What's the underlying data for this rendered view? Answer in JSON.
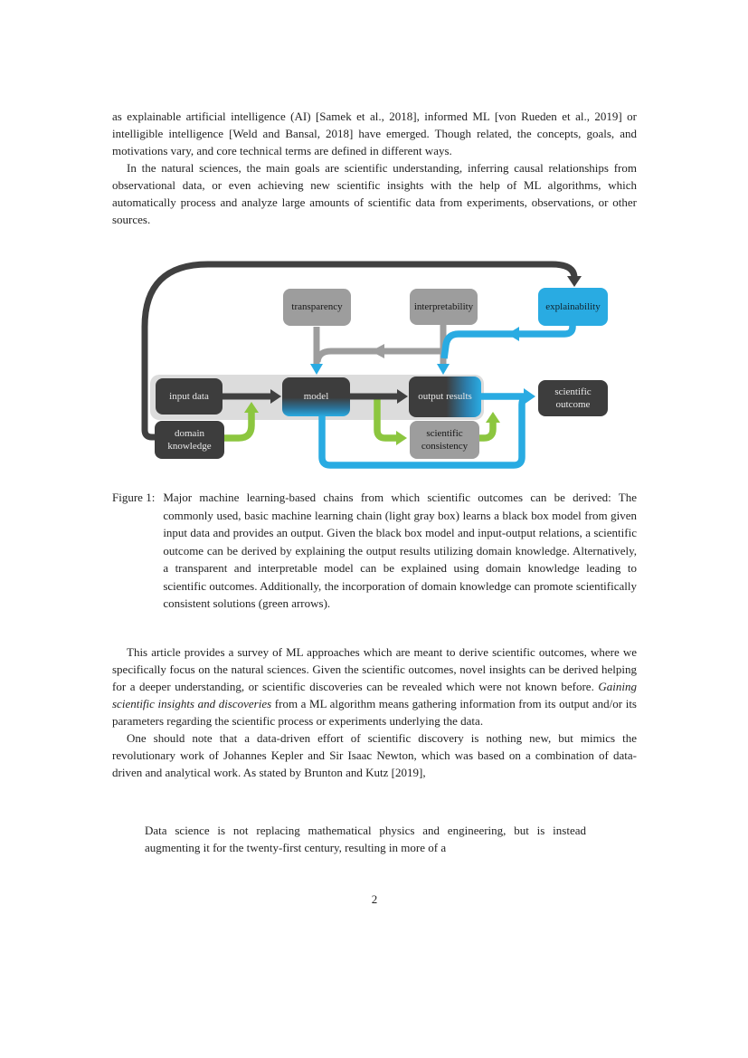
{
  "page": {
    "number": "2"
  },
  "body": {
    "p1": "as explainable artificial intelligence (AI) [Samek et al., 2018], informed ML [von Rueden et al., 2019] or intelligible intelligence [Weld and Bansal, 2018] have emerged. Though related, the concepts, goals, and motivations vary, and core technical terms are defined in different ways.",
    "p2": "In the natural sciences, the main goals are scientific understanding, inferring causal relationships from observational data, or even achieving new scientific insights with the help of ML algorithms, which automatically process and analyze large amounts of scientific data from experiments, observations, or other sources.",
    "p3_before": "This article provides a survey of ML approaches which are meant to derive scientific outcomes, where we specifically focus on the natural sciences. Given the scientific outcomes, novel insights can be derived helping for a deeper understanding, or scientific discoveries can be revealed which were not known before. ",
    "p3_italic": "Gaining scientific insights and discoveries",
    "p3_after": " from a ML algorithm means gathering information from its output and/or its parameters regarding the scientific process or experiments underlying the data.",
    "p4": "One should note that a data-driven effort of scientific discovery is nothing new, but mimics the revolutionary work of Johannes Kepler and Sir Isaac Newton, which was based on a combination of data-driven and analytical work. As stated by Brunton and Kutz [2019],",
    "quote": "Data science is not replacing mathematical physics and engineering, but is instead augmenting it for the twenty-first century, resulting in more of a"
  },
  "figure": {
    "caption_label": "Figure 1:",
    "caption_text": "Major machine learning-based chains from which scientific outcomes can be derived: The commonly used, basic machine learning chain (light gray box) learns a black box model from given input data and provides an output. Given the black box model and input-output relations, a scientific outcome can be derived by explaining the output results utilizing domain knowledge. Alternatively, a transparent and interpretable model can be explained using domain knowledge leading to scientific outcomes. Additionally, the incorporation of domain knowledge can promote scientifically consistent solutions (green arrows).",
    "nodes": {
      "transparency": "transparency",
      "interpretability": "interpretability",
      "explainability": "explainability",
      "input_data": "input data",
      "model": "model",
      "output_results": "output results",
      "scientific_outcome": "scientific outcome",
      "domain_knowledge": "domain knowledge",
      "scientific_consistency": "scientific consistency"
    },
    "colors": {
      "dark_box": "#3d3d3d",
      "gray_box": "#9d9d9d",
      "light_gray_panel": "#dcdcdc",
      "blue": "#29abe2",
      "green": "#8cc63f"
    }
  }
}
